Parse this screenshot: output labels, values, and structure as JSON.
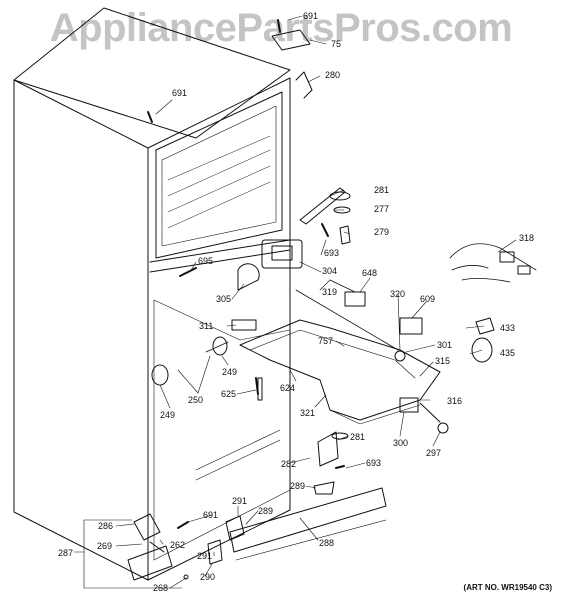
{
  "watermark": "AppliancePartsPros.com",
  "art_number": "(ART NO. WR19540 C3)",
  "parts": {
    "p691_top": "691",
    "p75": "75",
    "p280": "280",
    "p691_left": "691",
    "p281_top": "281",
    "p277": "277",
    "p279": "279",
    "p693_top": "693",
    "p318": "318",
    "p695": "695",
    "p304": "304",
    "p648": "648",
    "p305": "305",
    "p319": "319",
    "p320": "320",
    "p609": "609",
    "p311": "311",
    "p433": "433",
    "p757": "757",
    "p301": "301",
    "p435": "435",
    "p249_a": "249",
    "p315": "315",
    "p249_b": "249",
    "p250": "250",
    "p624": "624",
    "p625": "625",
    "p316": "316",
    "p321": "321",
    "p281_bot": "281",
    "p300": "300",
    "p297": "297",
    "p282": "282",
    "p693_bot": "693",
    "p289_a": "289",
    "p691_bot": "691",
    "p291_a": "291",
    "p289_b": "289",
    "p286": "286",
    "p262": "262",
    "p269": "269",
    "p287": "287",
    "p291_b": "291",
    "p288": "288",
    "p290": "290",
    "p268": "268"
  }
}
